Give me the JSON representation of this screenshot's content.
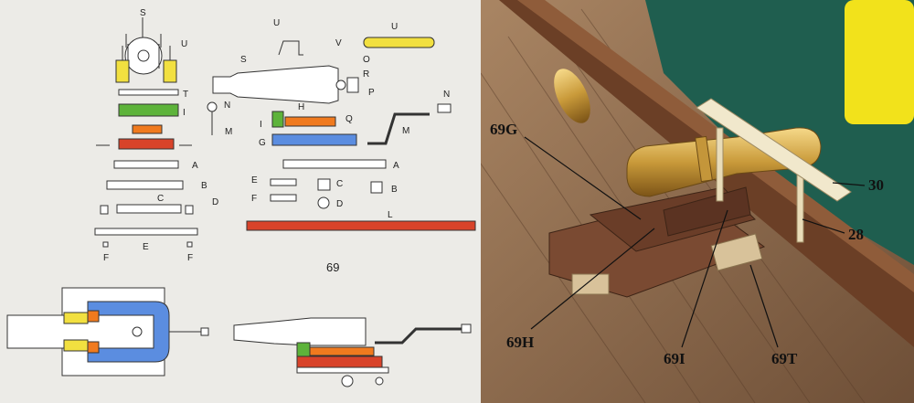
{
  "figure_number": "69",
  "parts": {
    "S_top": "S",
    "U_top": "U",
    "T": "T",
    "I": "I",
    "N": "N",
    "M": "M",
    "A": "A",
    "B": "B",
    "C": "C",
    "D": "D",
    "E": "E",
    "F": "F",
    "U_mid": "U",
    "U_right": "U",
    "S_barrel": "S",
    "V": "V",
    "O": "O",
    "R": "R",
    "P": "P",
    "Q": "Q",
    "I_mid": "I",
    "H": "H",
    "G": "G",
    "N_right": "N",
    "M_right": "M",
    "A_mid": "A",
    "E_mid": "E",
    "F_mid": "F",
    "C_mid": "C",
    "B_mid": "B",
    "D_mid": "D",
    "L": "L",
    "F_bottom": "F"
  },
  "photo_labels": {
    "g": "69G",
    "h": "69H",
    "i": "69I",
    "t": "69T",
    "n30": "30",
    "n28": "28"
  },
  "colors": {
    "yellow": "#f2e040",
    "green": "#5db33a",
    "orange": "#f07a1e",
    "red": "#d8432a",
    "blue": "#5b8de0",
    "line": "#333333"
  }
}
